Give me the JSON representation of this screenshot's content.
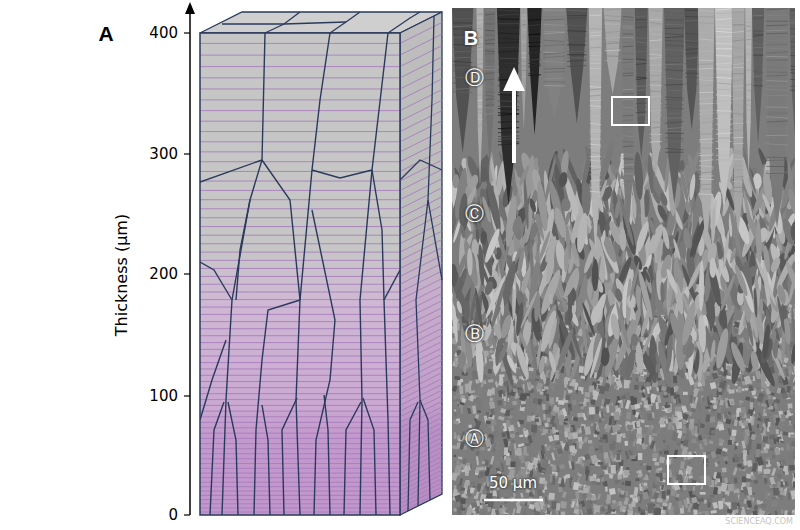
{
  "diagram": {
    "labels": [
      "A",
      "400",
      "300",
      "200",
      "100",
      "0",
      "Thickness (μm)",
      "B",
      "Ⓓ",
      "Ⓒ",
      "Ⓑ",
      "Ⓐ",
      "50 μm",
      "SCIENCEAQ.COM"
    ]
  }
}
